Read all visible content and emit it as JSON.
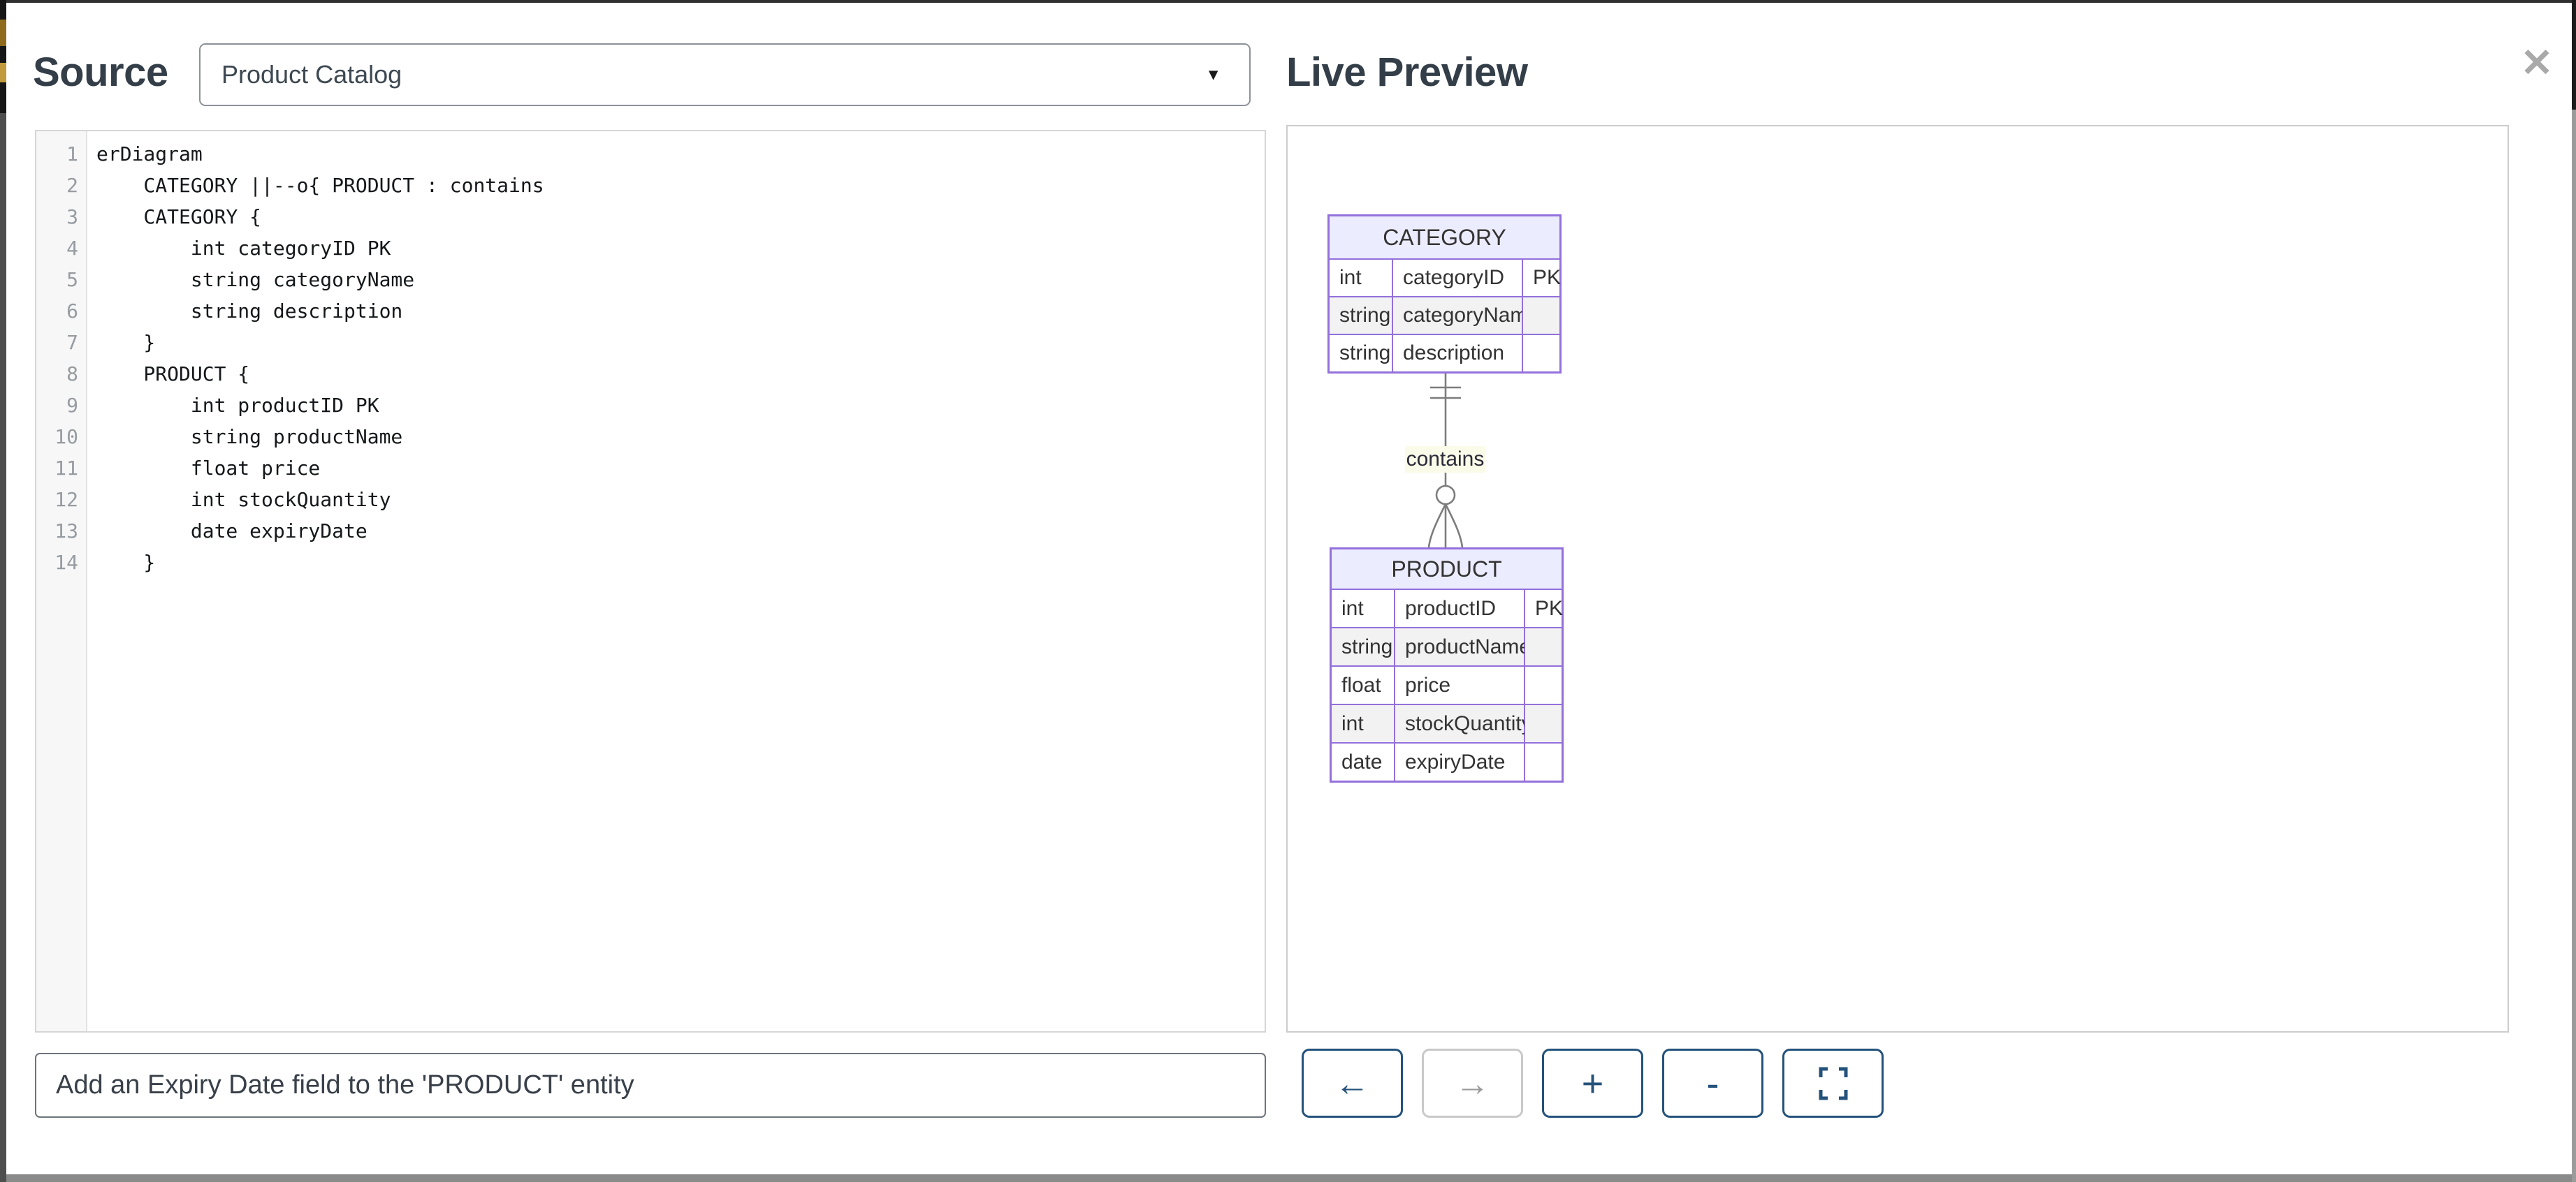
{
  "window": {
    "close_icon": "✕"
  },
  "source_panel": {
    "title": "Source",
    "diagram_select": {
      "selected_option": "Product Catalog",
      "caret_icon": "▼"
    },
    "editor": {
      "lines": [
        {
          "num": "1",
          "code": "erDiagram"
        },
        {
          "num": "2",
          "code": "    CATEGORY ||--o{ PRODUCT : contains"
        },
        {
          "num": "3",
          "code": "    CATEGORY {"
        },
        {
          "num": "4",
          "code": "        int categoryID PK"
        },
        {
          "num": "5",
          "code": "        string categoryName"
        },
        {
          "num": "6",
          "code": "        string description"
        },
        {
          "num": "7",
          "code": "    }"
        },
        {
          "num": "8",
          "code": "    PRODUCT {"
        },
        {
          "num": "9",
          "code": "        int productID PK"
        },
        {
          "num": "10",
          "code": "        string productName"
        },
        {
          "num": "11",
          "code": "        float price"
        },
        {
          "num": "12",
          "code": "        int stockQuantity"
        },
        {
          "num": "13",
          "code": "        date expiryDate"
        },
        {
          "num": "14",
          "code": "    }"
        }
      ]
    },
    "prompt_input": {
      "value": "Add an Expiry Date field to the 'PRODUCT' entity"
    }
  },
  "preview_panel": {
    "title": "Live Preview",
    "diagram": {
      "entities": [
        {
          "name": "CATEGORY",
          "attributes": [
            {
              "type": "int",
              "name": "categoryID",
              "key": "PK"
            },
            {
              "type": "string",
              "name": "categoryName",
              "key": ""
            },
            {
              "type": "string",
              "name": "description",
              "key": ""
            }
          ]
        },
        {
          "name": "PRODUCT",
          "attributes": [
            {
              "type": "int",
              "name": "productID",
              "key": "PK"
            },
            {
              "type": "string",
              "name": "productName",
              "key": ""
            },
            {
              "type": "float",
              "name": "price",
              "key": ""
            },
            {
              "type": "int",
              "name": "stockQuantity",
              "key": ""
            },
            {
              "type": "date",
              "name": "expiryDate",
              "key": ""
            }
          ]
        }
      ],
      "relationship": {
        "from": "CATEGORY",
        "to": "PRODUCT",
        "label": "contains",
        "cardinality": "one-to-zero-or-many"
      }
    },
    "toolbar": {
      "back_label": "←",
      "forward_label": "→",
      "zoom_in_label": "+",
      "zoom_out_label": "-",
      "fullscreen_icon": "fullscreen-brackets"
    }
  },
  "colors": {
    "title_text": "#333e48",
    "accent_blue": "#24527b",
    "entity_fill": "#ECECFF",
    "entity_border": "#9370DB",
    "attribute_row_alt": "#f2f2f2",
    "relation_line": "#7d7d7d",
    "relation_label_bg": "#fbfbe9",
    "disabled_gray": "#c9c9c9"
  }
}
